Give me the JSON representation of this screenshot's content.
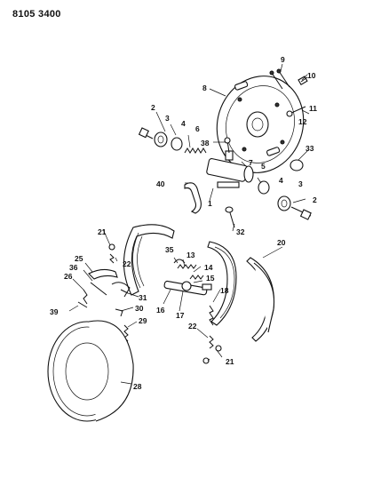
{
  "diagram": {
    "ref_code": "8105 3400",
    "callouts": [
      "1",
      "2",
      "2",
      "3",
      "3",
      "4",
      "4",
      "5",
      "6",
      "7",
      "8",
      "9",
      "10",
      "11",
      "12",
      "13",
      "14",
      "15",
      "16",
      "17",
      "18",
      "20",
      "21",
      "21",
      "22",
      "22",
      "25",
      "26",
      "28",
      "29",
      "30",
      "31",
      "32",
      "33",
      "35",
      "36",
      "38",
      "39",
      "40"
    ]
  }
}
